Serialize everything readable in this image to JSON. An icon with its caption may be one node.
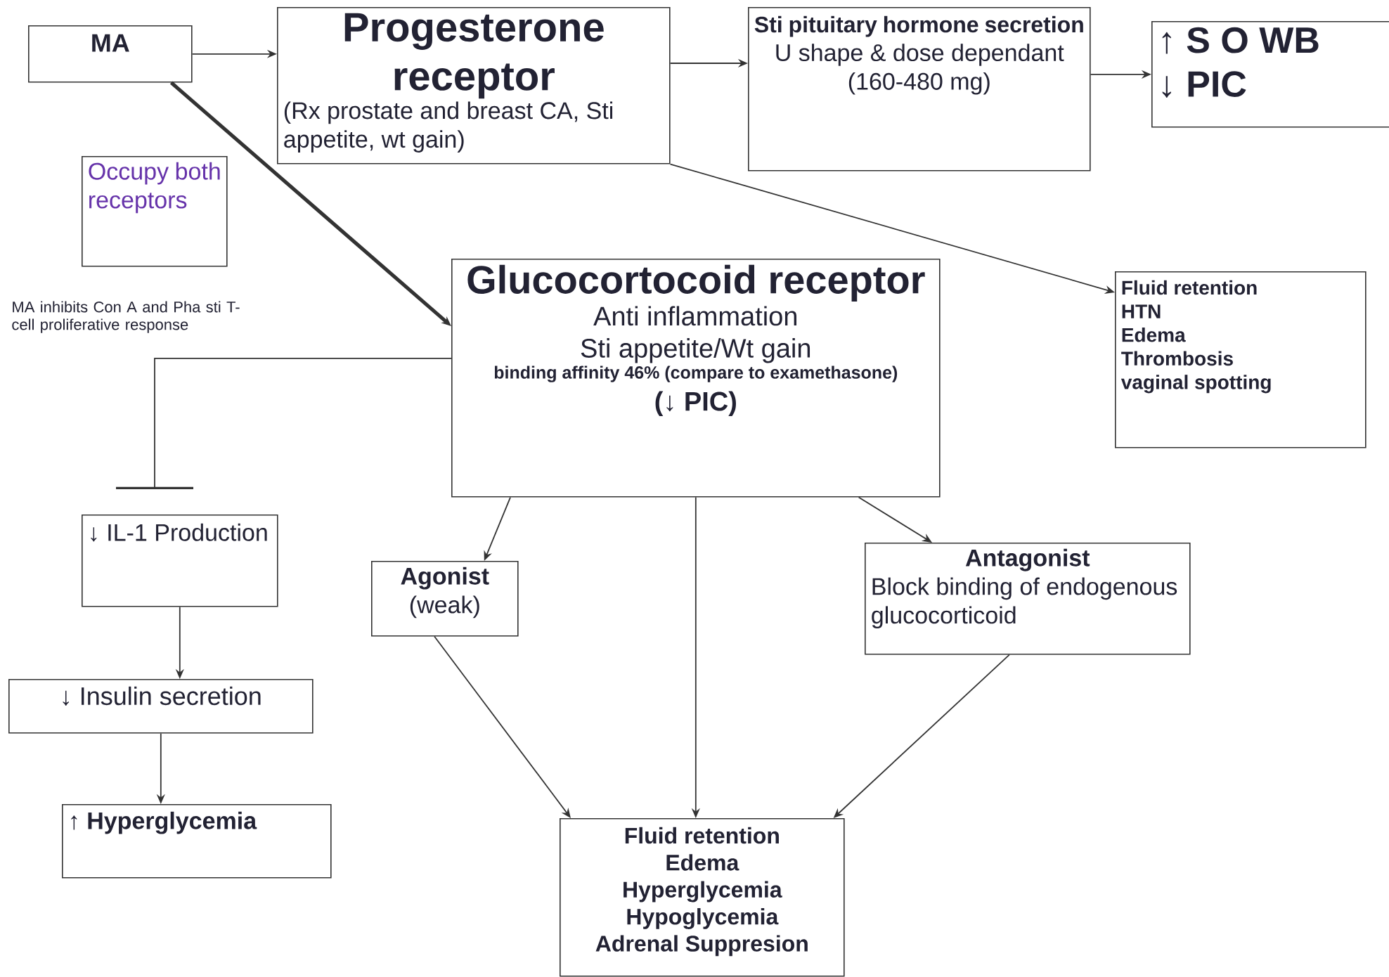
{
  "diagram": {
    "nodes": [
      {
        "text": [
          "MA"
        ]
      },
      {
        "text": [
          "Progesterone receptor",
          "(Rx prostate and breast CA, Sti appetite, wt gain)"
        ]
      },
      {
        "text": [
          "Sti pituitary hormone secretion",
          "U shape & dose dependant (160-480 mg)"
        ]
      },
      {
        "text": [
          "↑ S O WB",
          "↓ PIC"
        ]
      },
      {
        "text": [
          "Occupy both receptors"
        ]
      },
      {
        "text": [
          "Glucocortocoid receptor",
          "Anti inflammation",
          "Sti appetite/Wt gain",
          "binding affinity 46% (compare to examethasone)",
          "(↓ PIC)"
        ]
      },
      {
        "text": [
          "Fluid retention",
          "HTN",
          "Edema",
          "Thrombosis",
          "vaginal spotting"
        ]
      },
      {
        "text": [
          "↓ IL-1 Production"
        ]
      },
      {
        "text": [
          "Agonist",
          "(weak)"
        ]
      },
      {
        "text": [
          "Antagonist",
          "Block binding of endogenous glucocorticoid"
        ]
      },
      {
        "text": [
          "↓ Insulin secretion"
        ]
      },
      {
        "text": [
          "↑ Hyperglycemia"
        ]
      },
      {
        "text": [
          "Fluid retention",
          "Edema",
          "Hyperglycemia",
          "Hypoglycemia",
          "Adrenal Suppresion"
        ]
      }
    ],
    "edges": [
      {
        "from": 0,
        "to": 1,
        "arrow": "to"
      },
      {
        "from": 1,
        "to": 2,
        "arrow": "to"
      },
      {
        "from": 2,
        "to": 3,
        "arrow": "to"
      },
      {
        "from": 0,
        "to": 5,
        "arrow": "to",
        "style": "thick"
      },
      {
        "from": 1,
        "to": 6,
        "arrow": "to"
      },
      {
        "from": 5,
        "to": 7,
        "arrow": "other"
      },
      {
        "from": 5,
        "to": 8,
        "arrow": "to"
      },
      {
        "from": 5,
        "to": 12,
        "arrow": "to"
      },
      {
        "from": 5,
        "to": 9,
        "arrow": "to"
      },
      {
        "from": 7,
        "to": 10,
        "arrow": "to"
      },
      {
        "from": 10,
        "to": 11,
        "arrow": "to"
      },
      {
        "from": 8,
        "to": 12,
        "arrow": "to"
      },
      {
        "from": 9,
        "to": 12,
        "arrow": "to"
      }
    ],
    "labels": [
      "MA inhibits Con A and Pha sti T-cell proliferative response"
    ]
  }
}
